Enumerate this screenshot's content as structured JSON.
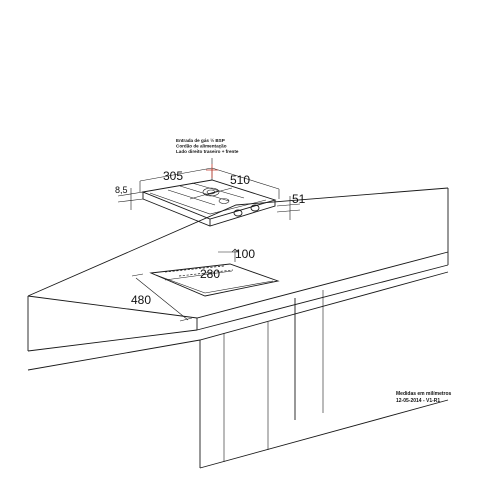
{
  "dimensions": {
    "d_8_5": "8,5",
    "d_305": "305",
    "d_510": "510",
    "d_51": "51",
    "d_100": "100",
    "d_280": "280",
    "d_480": "480"
  },
  "gas_note": {
    "line1": "Entrada de gás ½ BSP",
    "line2": "Cordão de alimentação",
    "line3": "Lado direito traseiro + frente"
  },
  "footer": {
    "units": "Medidas em milímetros",
    "revision": "12-05-2014 - V1-R1"
  },
  "colors": {
    "line": "#1a1a1a",
    "marker": "#c0392b",
    "background": "#ffffff"
  }
}
